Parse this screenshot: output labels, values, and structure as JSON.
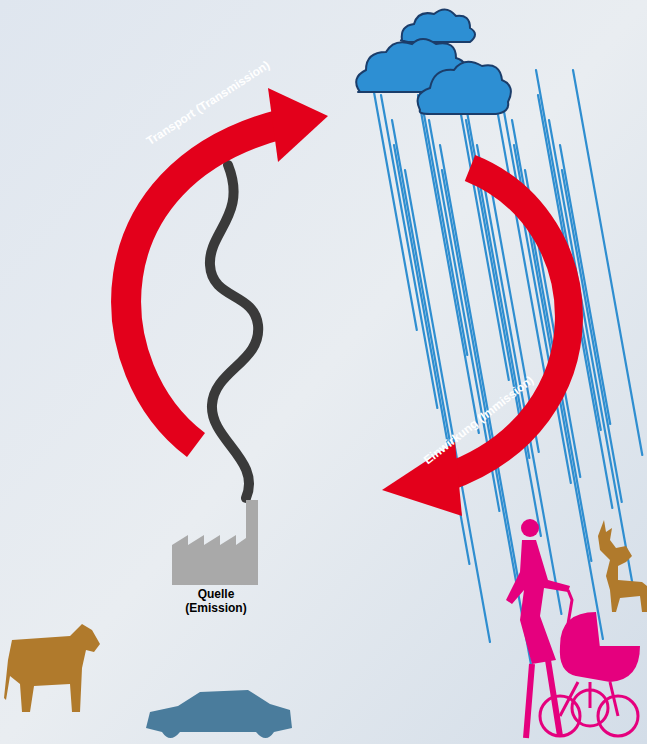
{
  "diagram": {
    "labels": [
      "Transport (Transmission)",
      "Einwirkung (Immission)",
      "Quelle (Emission)"
    ]
  }
}
